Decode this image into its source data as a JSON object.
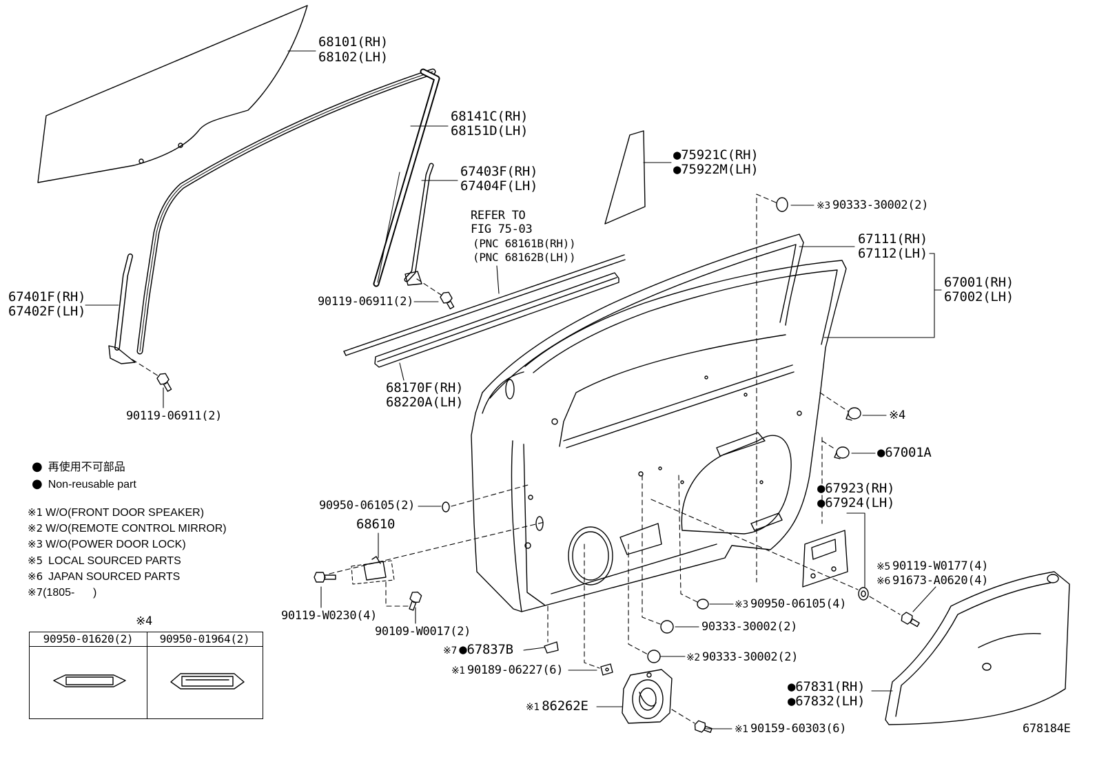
{
  "diagram_id": "678184E",
  "colors": {
    "ink": "#000000",
    "background": "#ffffff"
  },
  "callouts": {
    "front_door_glass": [
      "68101(RH)",
      "68102(LH)"
    ],
    "door_frame_upper": [
      "68141C(RH)",
      "68151D(LH)"
    ],
    "rear_run_channel": [
      "67403F(RH)",
      "67404F(LH)"
    ],
    "pillar_garnish": [
      "●75921C(RH)",
      "●75922M(LH)"
    ],
    "hole_plug_upper": {
      "mark": "※3",
      "part_no": "90333-30002(2)"
    },
    "refer_note": [
      "REFER TO",
      "FIG 75-03",
      "(PNC 68161B(RH))",
      "(PNC 68162B(LH))"
    ],
    "door_weatherstrip": [
      "67111(RH)",
      "67112(LH)"
    ],
    "door_panel": [
      "67001(RH)",
      "67002(LH)"
    ],
    "front_run_channel": [
      "67401F(RH)",
      "67402F(LH)"
    ],
    "rear_channel_bolt": "90119-06911(2)",
    "belt_moulding": [
      "68170F(RH)",
      "68220A(LH)"
    ],
    "front_channel_bolt": "90119-06911(2)",
    "clip_ref": "※4",
    "panel_plug": "●67001A",
    "service_hole_cover": [
      "●67923(RH)",
      "●67924(LH)"
    ],
    "hole_plug_front": "90950-06105(2)",
    "window_regulator": "68610",
    "cover_fasteners": [
      {
        "mark": "※5",
        "part_no": "90119-W0177(4)"
      },
      {
        "mark": "※6",
        "part_no": "91673-A0620(4)"
      }
    ],
    "hole_plug_lower": {
      "mark": "※3",
      "part_no": "90950-06105(4)"
    },
    "regulator_bolt": "90119-W0230(4)",
    "hole_plug_middle": "90333-30002(2)",
    "regulator_bolt_lower": "90109-W0017(2)",
    "lower_seal": {
      "mark": "※7",
      "part_no": "●67837B"
    },
    "hole_plug_mirror": {
      "mark": "※2",
      "part_no": "90333-30002(2)"
    },
    "speaker_screw": {
      "mark": "※1",
      "part_no": "90189-06227(6)"
    },
    "door_hole_cover": [
      "●67831(RH)",
      "●67832(LH)"
    ],
    "speaker": {
      "mark": "※1",
      "part_no": "86262E"
    },
    "speaker_bolt": {
      "mark": "※1",
      "part_no": "90159-60303(6)"
    }
  },
  "legend": {
    "symbol": "●",
    "non_reusable_jp": "再使用不可部品",
    "non_reusable_en": "Non-reusable part",
    "notes": [
      {
        "mark": "※1",
        "text": "W/O(FRONT DOOR SPEAKER)"
      },
      {
        "mark": "※2",
        "text": "W/O(REMOTE CONTROL MIRROR)"
      },
      {
        "mark": "※3",
        "text": "W/O(POWER DOOR LOCK)"
      },
      {
        "mark": "※5",
        "text": "LOCAL SOURCED PARTS"
      },
      {
        "mark": "※6",
        "text": "JAPAN SOURCED PARTS"
      },
      {
        "mark": "※7",
        "text": "(1805-      )"
      }
    ]
  },
  "clip_table": {
    "title": "※4",
    "columns": [
      "90950-01620(2)",
      "90950-01964(2)"
    ]
  }
}
